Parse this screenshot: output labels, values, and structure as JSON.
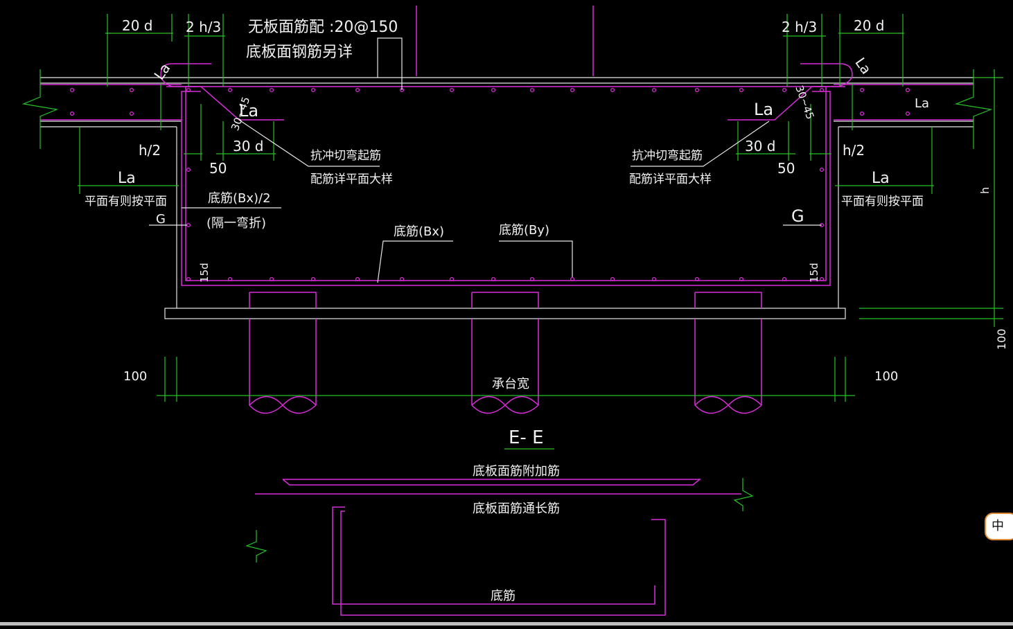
{
  "drawing": {
    "section_title": "E- E",
    "top_note_1": "无板面筋配 :20@150",
    "top_note_2": "底板面钢筋另详",
    "dim_20d": "20 d",
    "dim_2h3": "2 h/3",
    "label_la": "La",
    "label_la_slant": "La",
    "angle": "30~45",
    "dim_30d": "30 d",
    "dim_50": "50",
    "dim_h2": "h/2",
    "bend_bar_1": "抗冲切弯起筋",
    "bend_bar_2": "配筋详平面大样",
    "plan_note": "平面有则按平面",
    "label_g": "G",
    "bottom_bar_half_1": "底筋(Bx)/2",
    "bottom_bar_half_2": "(隔一弯折)",
    "bottom_bar_bx": "底筋(Bx)",
    "bottom_bar_by": "底筋(By)",
    "dim_15d": "15d",
    "dim_100": "100",
    "cap_width": "承台宽",
    "dim_h": "h",
    "additional_top_bar": "底板面筋附加筋",
    "continuous_top_bar": "底板面筋通长筋",
    "bottom_bar": "底筋"
  },
  "ime_indicator": "中"
}
